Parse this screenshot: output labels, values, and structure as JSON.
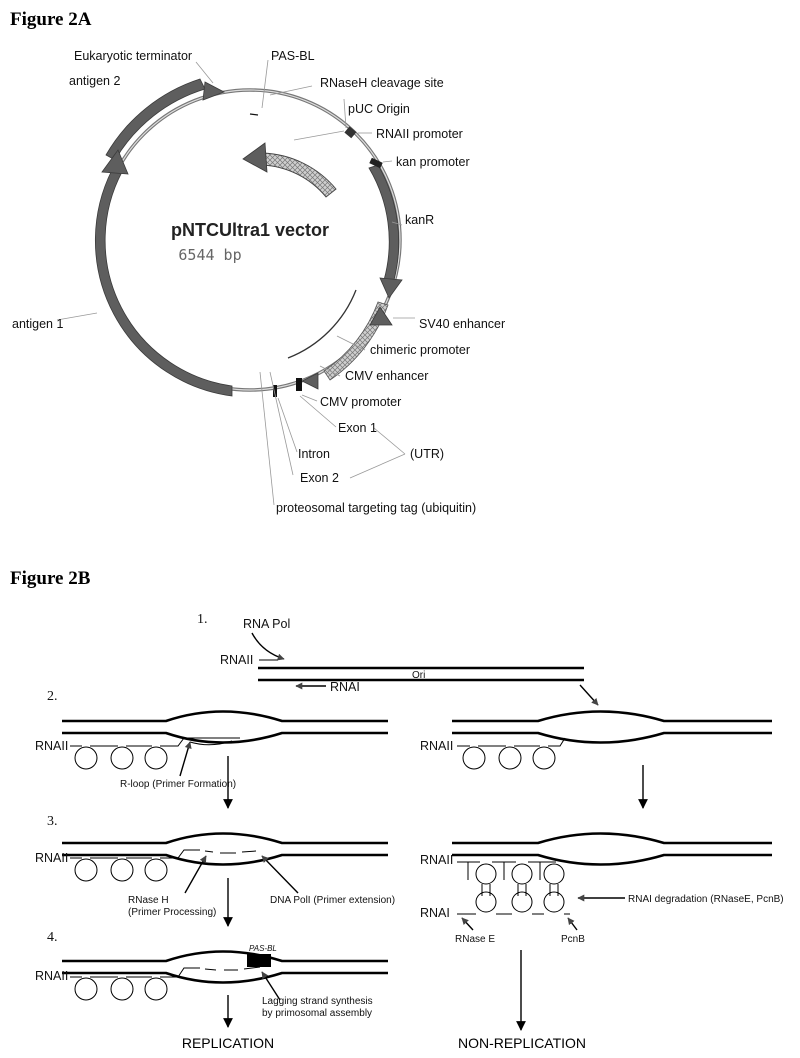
{
  "figure_a": {
    "title": "Figure 2A",
    "vector_name": "pNTCUltra1 vector",
    "vector_size": "6544 bp",
    "labels": {
      "eukaryotic_terminator": "Eukaryotic terminator",
      "pas_bl": "PAS-BL",
      "antigen2": "antigen 2",
      "rnaseh_site": "RNaseH cleavage site",
      "puc_origin": "pUC Origin",
      "rnaii_promoter": "RNAII promoter",
      "kan_promoter": "kan promoter",
      "kanr": "kanR",
      "antigen1": "antigen 1",
      "sv40": "SV40 enhancer",
      "chimeric": "chimeric promoter",
      "cmv_enhancer": "CMV enhancer",
      "cmv_promoter": "CMV promoter",
      "exon1": "Exon 1",
      "intron": "Intron",
      "utr": "(UTR)",
      "exon2": "Exon 2",
      "ubiquitin": "proteosomal targeting tag (ubiquitin)"
    }
  },
  "figure_b": {
    "title": "Figure 2B",
    "steps": [
      "1.",
      "2.",
      "3.",
      "4."
    ],
    "labels": {
      "rna_pol": "RNA Pol",
      "rnaii": "RNAII",
      "rnai": "RNAI",
      "ori": "Ori",
      "rloop": "R-loop (Primer Formation)",
      "rnase_h": "RNase H",
      "primer_processing": "(Primer Processing)",
      "dna_poli": "DNA PolI (Primer extension)",
      "pas_bl": "PAS-BL",
      "lagging1": "Lagging strand synthesis",
      "lagging2": "by primosomal assembly",
      "rnai_degradation": "RNAI degradation (RNaseE, PcnB)",
      "rnase_e": "RNase E",
      "pcnb": "PcnB",
      "replication": "REPLICATION",
      "non_replication": "NON-REPLICATION"
    }
  }
}
